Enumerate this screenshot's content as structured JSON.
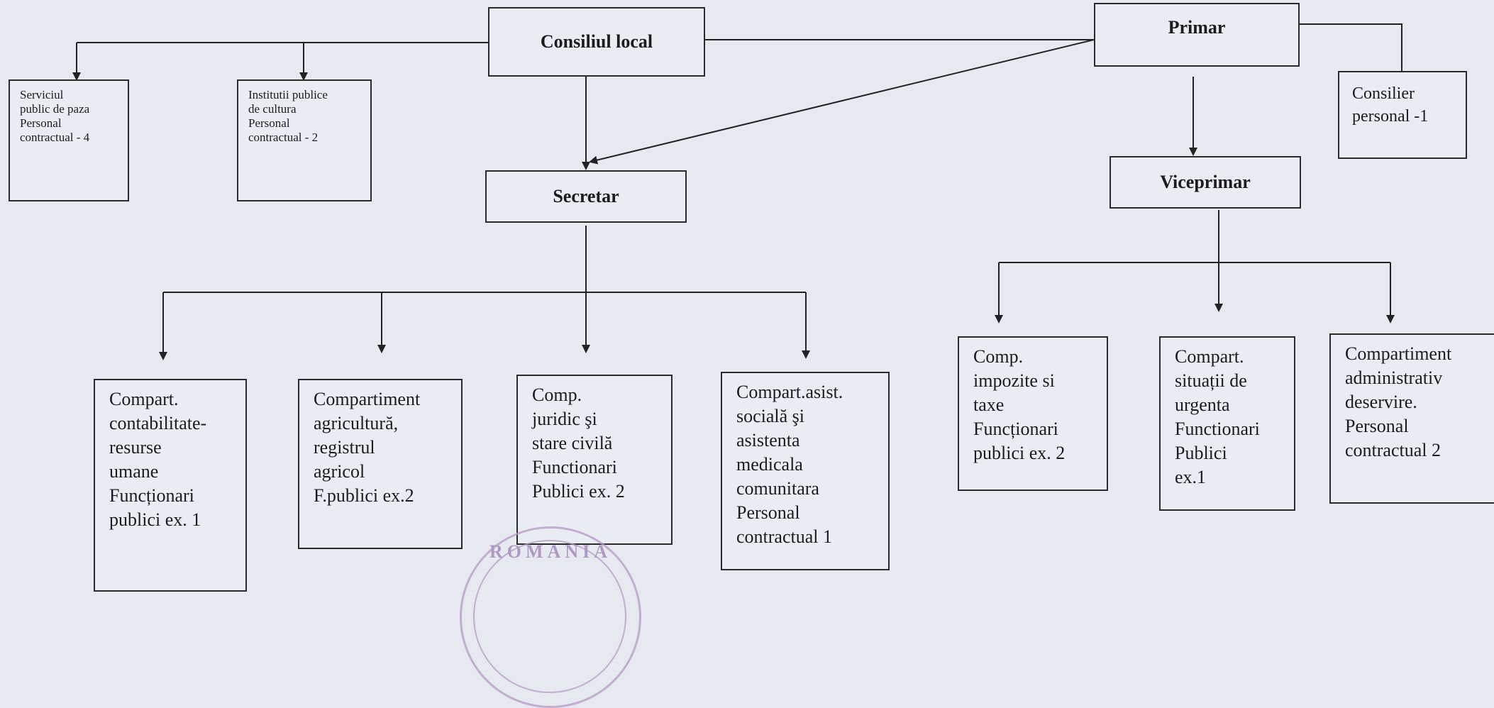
{
  "nodes": {
    "consiliul_local": "Consiliul local",
    "primar": "Primar",
    "secretar": "Secretar",
    "viceprimar": "Viceprimar",
    "consilier": "Consilier\npersonal -1",
    "serviciul": "Serviciul\npublic de paza\nPersonal\ncontractual - 4",
    "institutii": "Institutii publice\nde cultura\nPersonal\ncontractual - 2",
    "contabilitate": "Compart.\ncontabilitate-\nresurse\numane\nFuncționari\npublici ex. 1",
    "agricultura": "Compartiment\nagricultură,\nregistrul\nagricol\nF.publici ex.2",
    "juridic": "Comp.\n juridic şi\nstare civilă\nFunctionari\nPublici ex. 2",
    "asistenta": "Compart.asist.\nsocială şi\nasistenta\nmedicala\ncomunitara\nPersonal\ncontractual 1",
    "impozite": "Comp.\nimpozite si\ntaxe\n Funcționari\npublici ex. 2",
    "urgenta": "Compart.\nsituații de\nurgenta\nFunctionari\nPublici\nex.1",
    "administrativ": "Compartiment\nadministrativ\ndeservire.\nPersonal\ncontractual 2"
  },
  "stamp": {
    "text": "ROMANIA"
  }
}
